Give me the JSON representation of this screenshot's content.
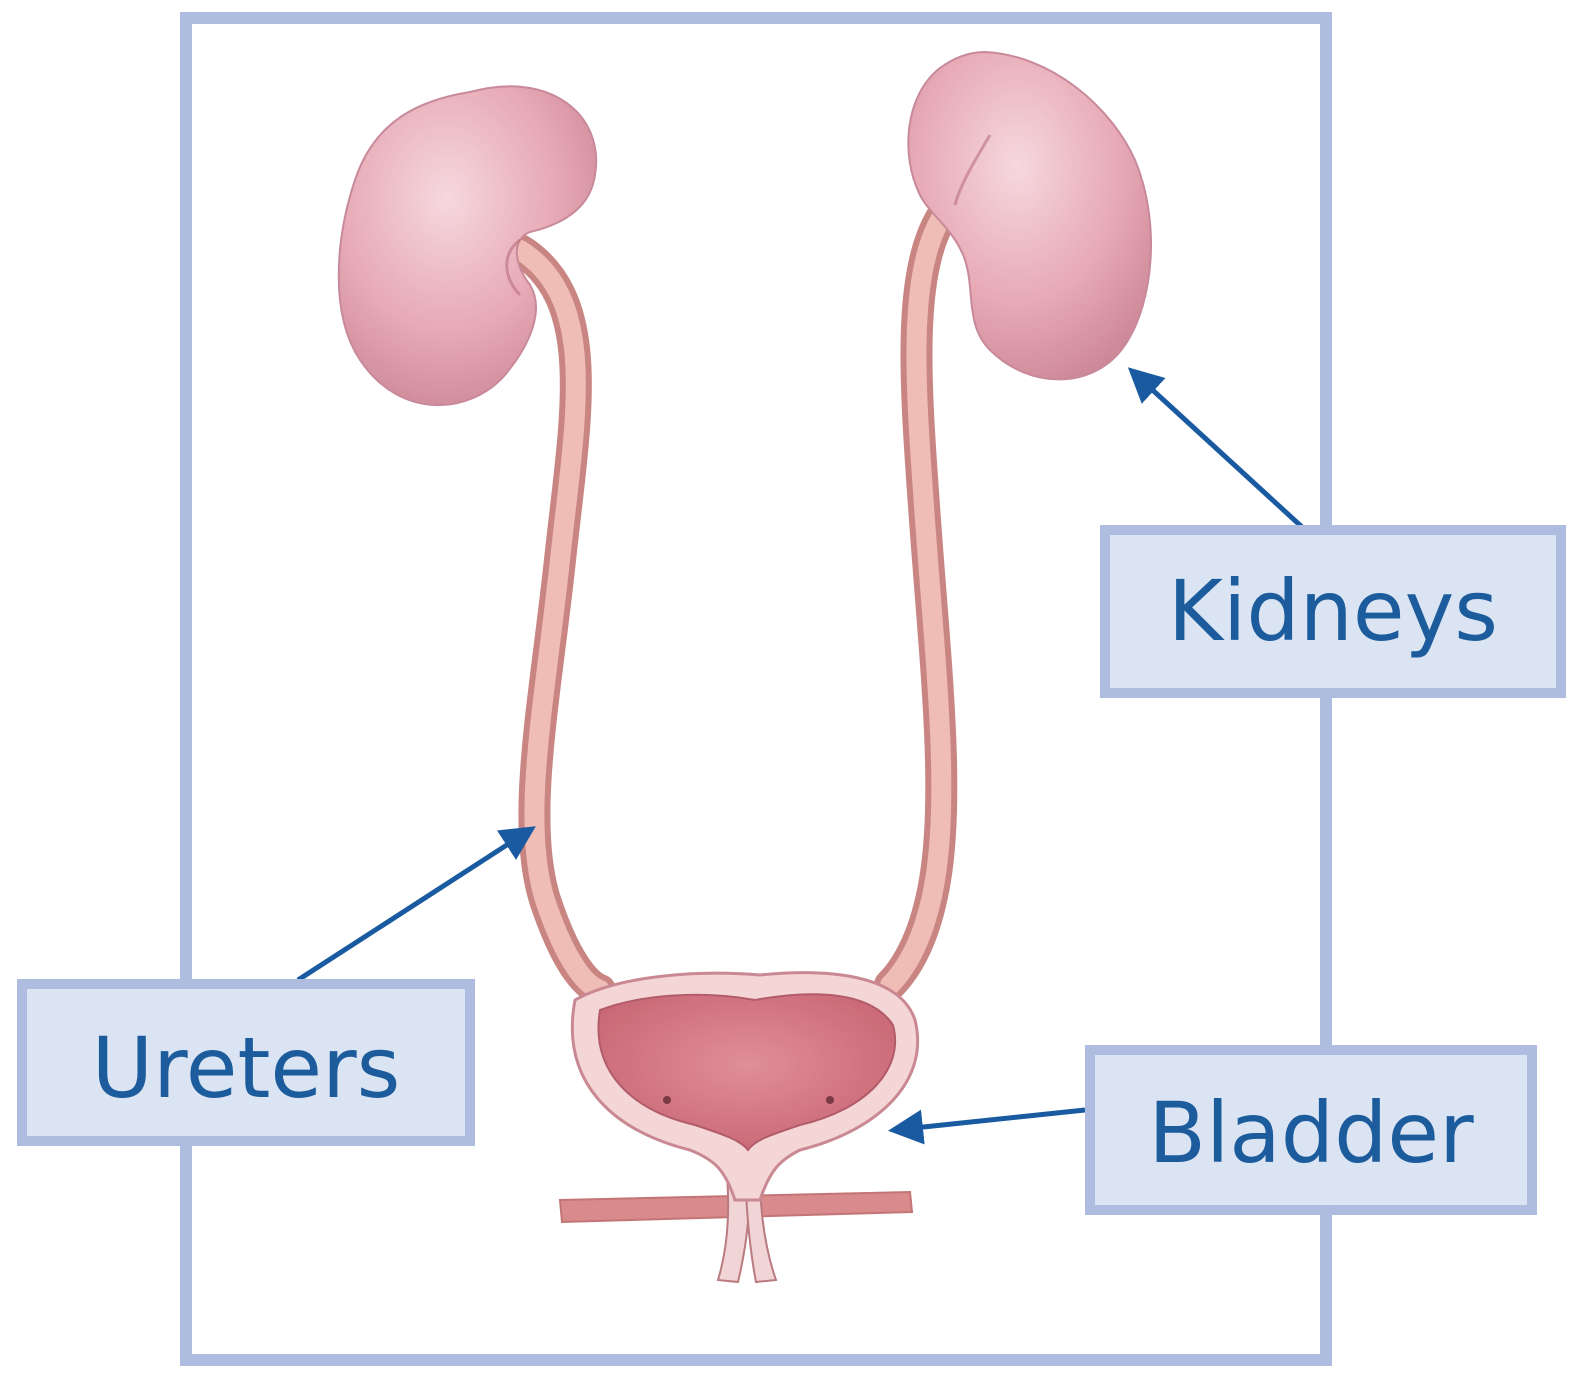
{
  "labels": {
    "kidneys": "Kidneys",
    "ureters": "Ureters",
    "bladder": "Bladder"
  },
  "colors": {
    "frame": "#aebddf",
    "label_bg": "#dbe4f3",
    "label_border": "#aebddf",
    "label_text": "#1c5c9c",
    "arrow": "#1a5aa0",
    "organ": "#e7a7b4",
    "organ_dark": "#c97d8c",
    "ureter": "#eab0ac",
    "bladder_inner": "#d67a85"
  }
}
